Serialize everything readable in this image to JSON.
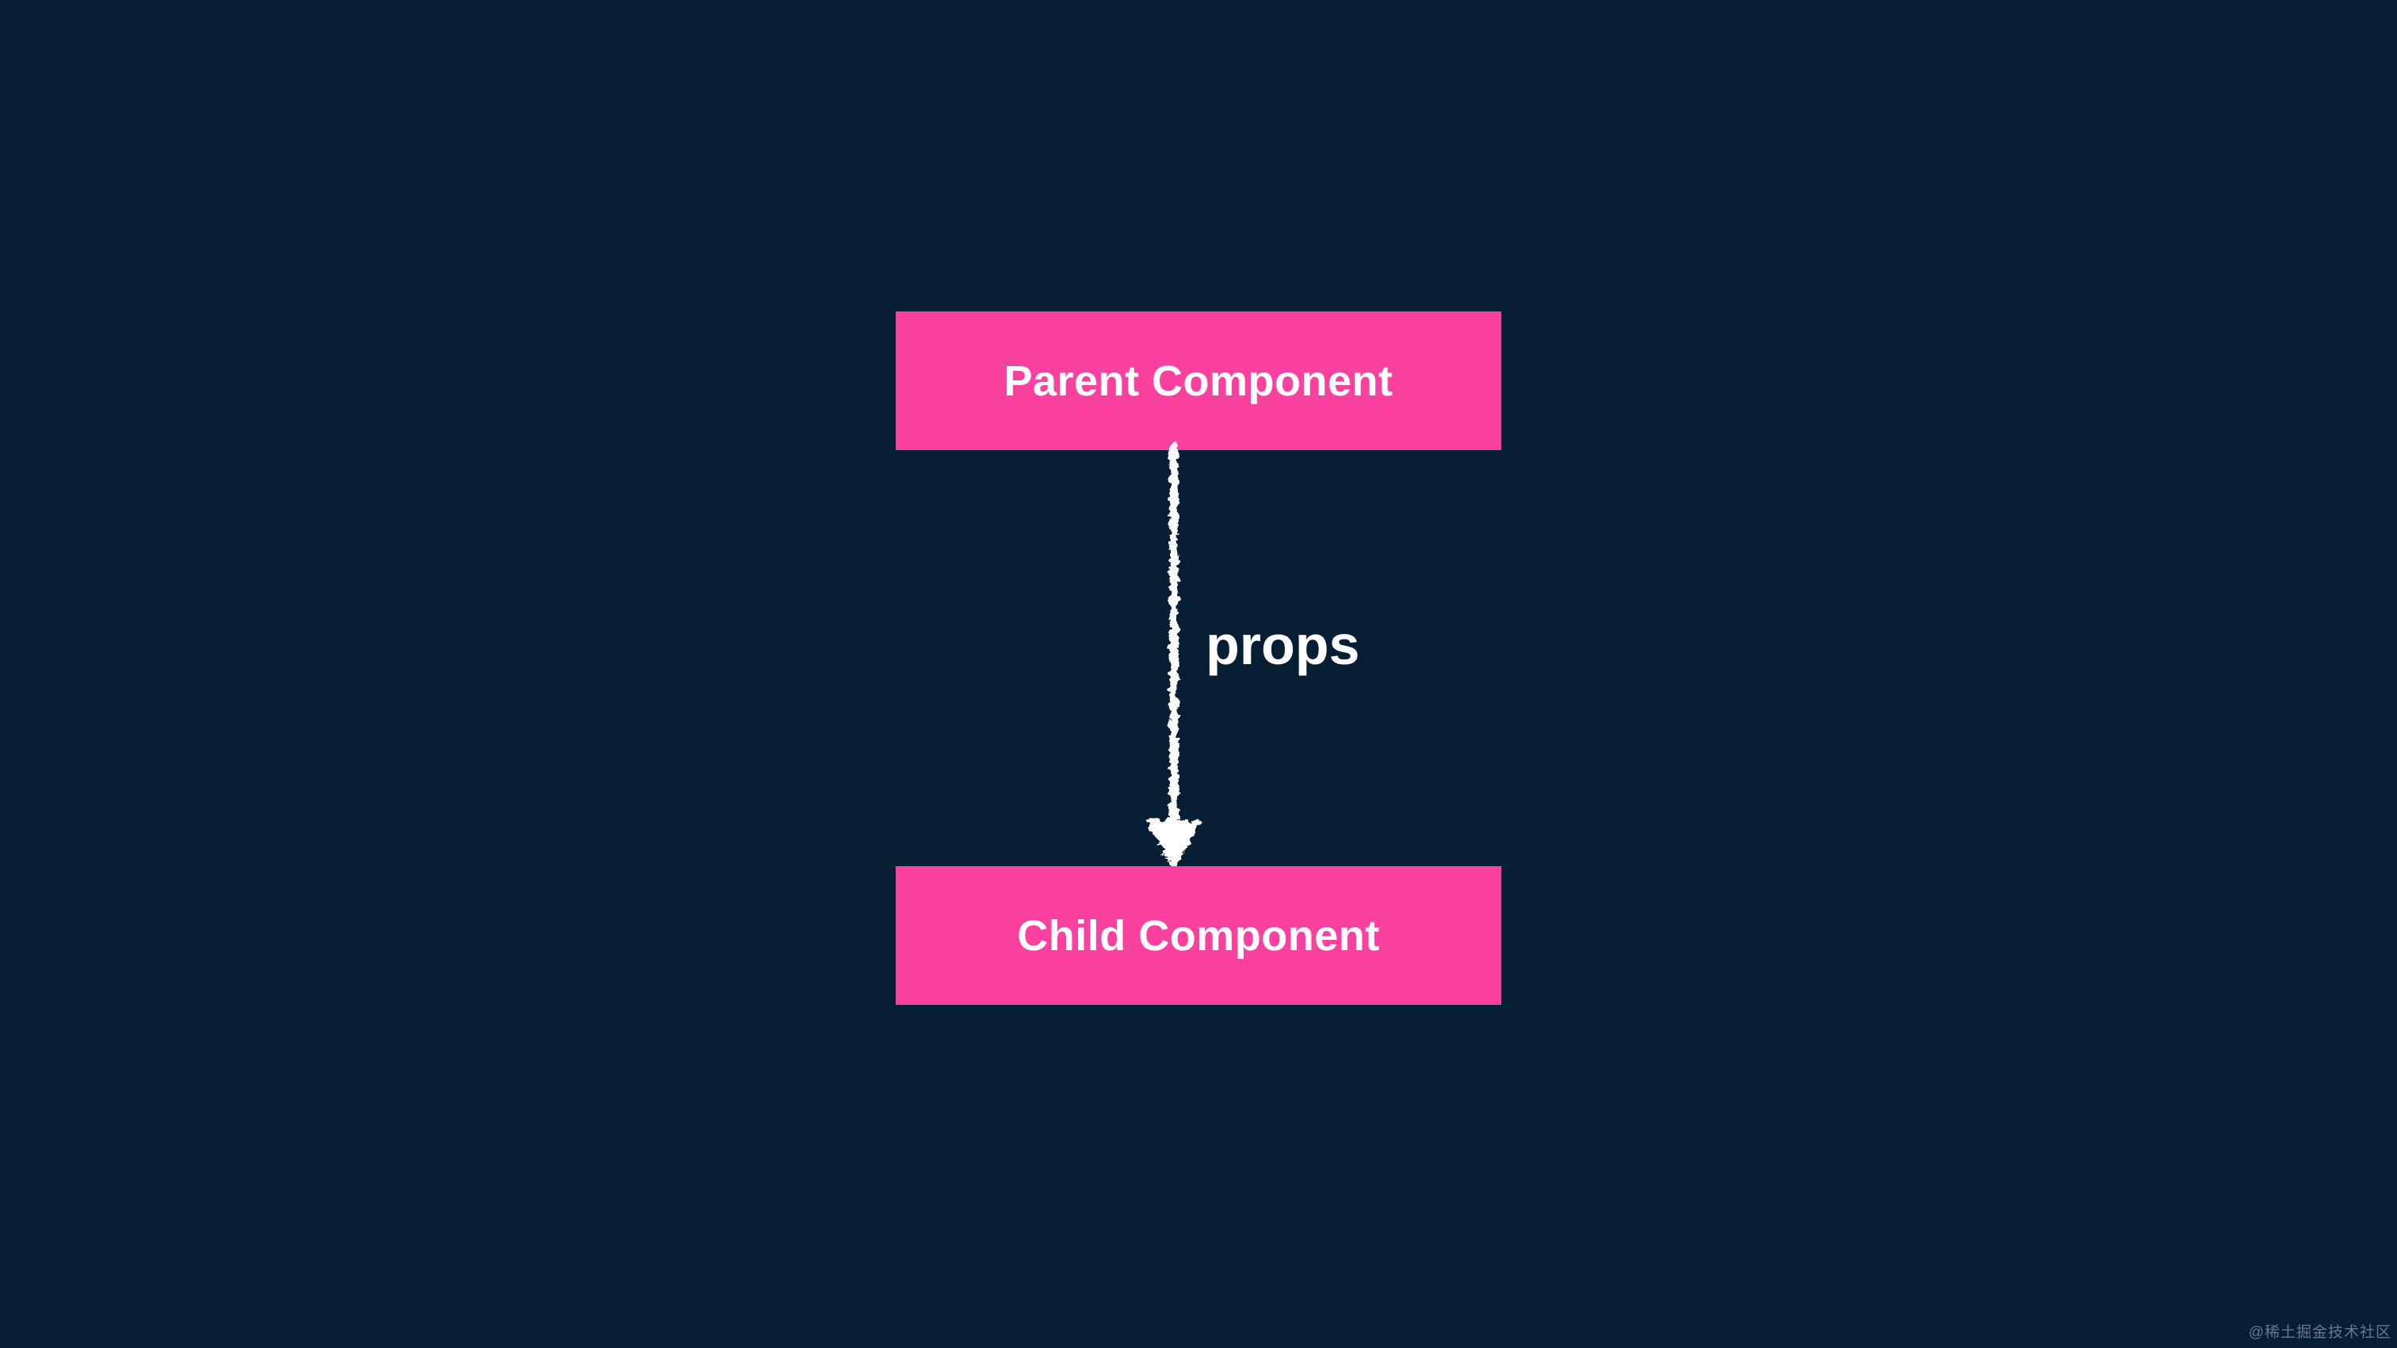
{
  "canvas": {
    "background_color": "#071f35"
  },
  "diagram": {
    "nodes": [
      {
        "id": "parent",
        "label": "Parent Component",
        "fill_color": "#fa41a0",
        "text_color": "#ffffff",
        "shape": "rectangle"
      },
      {
        "id": "child",
        "label": "Child Component",
        "fill_color": "#fa41a0",
        "text_color": "#ffffff",
        "shape": "rectangle"
      }
    ],
    "edge": {
      "from": "parent",
      "to": "child",
      "label": "props",
      "color": "#ffffff",
      "direction": "down",
      "style": "rough-chalk-arrow"
    }
  },
  "watermark": {
    "text": "@稀土掘金技术社区",
    "color": "#9aa9b8"
  }
}
